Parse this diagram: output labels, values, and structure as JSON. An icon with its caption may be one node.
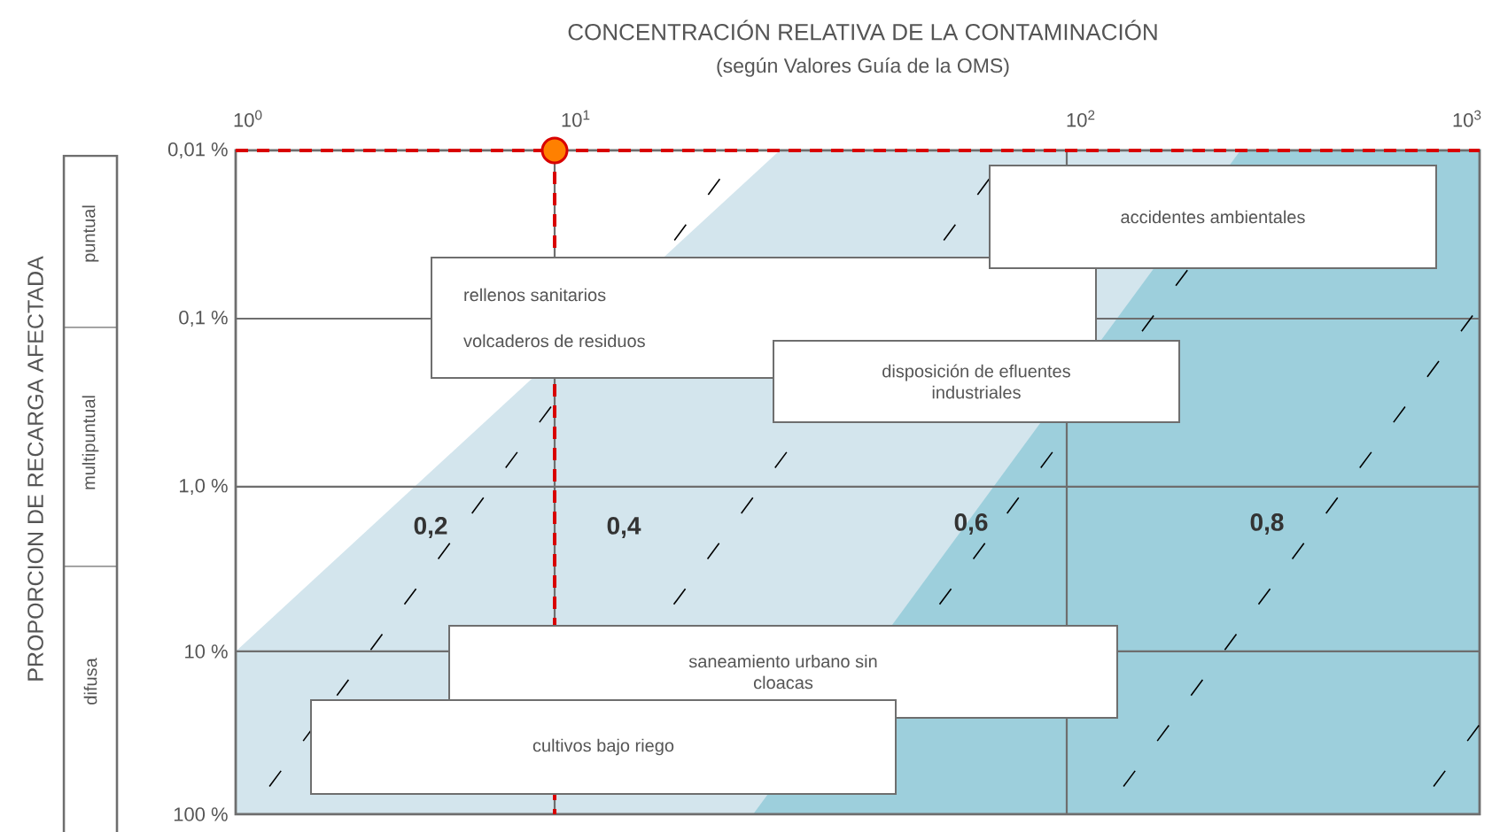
{
  "diagram": {
    "title": "CONCENTRACIÓN RELATIVA DE LA CONTAMINACIÓN",
    "nodes": [
      {
        "text": [
          "rellenos sanitarios",
          "volcaderos de residuos"
        ]
      },
      {
        "text": [
          "disposición de efluentes industriales"
        ]
      },
      {
        "text": [
          "accidentes ambientales"
        ]
      },
      {
        "text": [
          "saneamiento urbano sin cloacas"
        ]
      },
      {
        "text": [
          "cultivos bajo riego"
        ]
      }
    ],
    "labels": [
      "(según Valores Guía de la OMS)",
      "10$^{0}$",
      "10$^{1}$",
      "10$^{2}$",
      "10$^{3}$",
      "PROPORCION DE RECARGA AFECTADA",
      "puntual",
      "multipuntual",
      "difusa",
      "0,01 %",
      "0,1 %",
      "1,0 %",
      "10 %",
      "100 %",
      "0,2",
      "0,4",
      "0,6",
      "0,8"
    ]
  }
}
